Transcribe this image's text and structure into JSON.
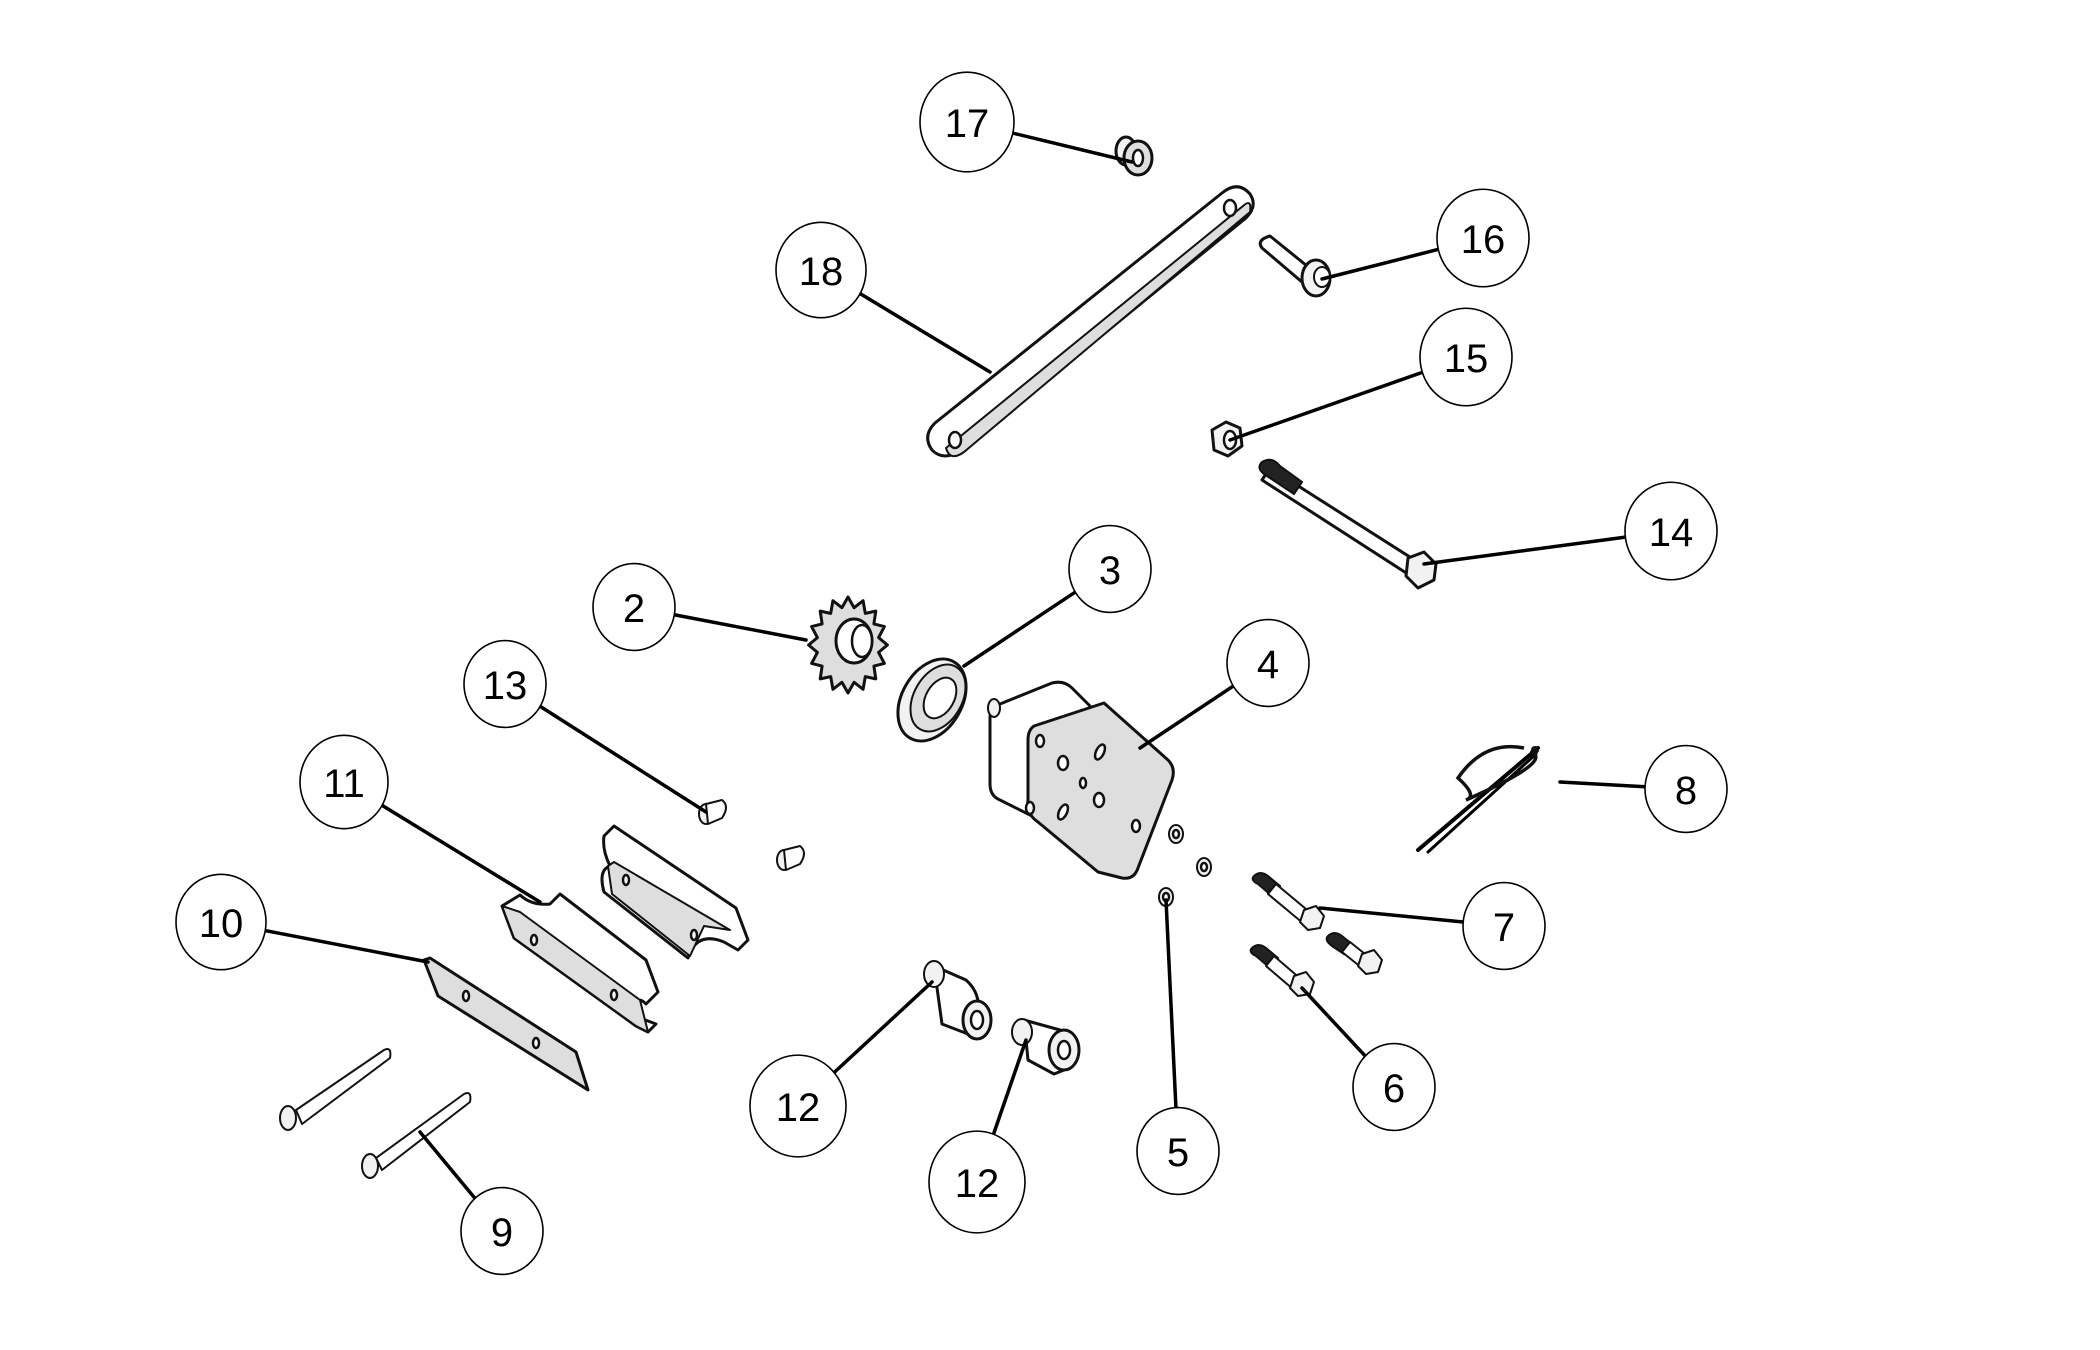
{
  "diagram": {
    "colors": {
      "background": "#ffffff",
      "part_fill": "#dedede",
      "outline": "#111111",
      "callout_stroke": "#000000"
    },
    "callouts": [
      {
        "id": "c17",
        "number": "17",
        "part": "flange-bushing"
      },
      {
        "id": "c18",
        "number": "18",
        "part": "link-arm"
      },
      {
        "id": "c16",
        "number": "16",
        "part": "shoulder-bolt"
      },
      {
        "id": "c15",
        "number": "15",
        "part": "hex-nut"
      },
      {
        "id": "c14",
        "number": "14",
        "part": "long-hex-bolt"
      },
      {
        "id": "c2",
        "number": "2",
        "part": "sprocket"
      },
      {
        "id": "c3",
        "number": "3",
        "part": "bearing"
      },
      {
        "id": "c4",
        "number": "4",
        "part": "mounting-plate"
      },
      {
        "id": "c13",
        "number": "13",
        "part": "flange-bushing-small"
      },
      {
        "id": "c11",
        "number": "11",
        "part": "clamp-block"
      },
      {
        "id": "c8",
        "number": "8",
        "part": "hitch-pin-clip"
      },
      {
        "id": "c10",
        "number": "10",
        "part": "flat-plate"
      },
      {
        "id": "c7",
        "number": "7",
        "part": "cap-screw-long"
      },
      {
        "id": "c6",
        "number": "6",
        "part": "cap-screw"
      },
      {
        "id": "c12a",
        "number": "12",
        "part": "spacer"
      },
      {
        "id": "c12b",
        "number": "12",
        "part": "spacer"
      },
      {
        "id": "c5",
        "number": "5",
        "part": "lock-washer"
      },
      {
        "id": "c9",
        "number": "9",
        "part": "flange-bolt"
      }
    ]
  }
}
